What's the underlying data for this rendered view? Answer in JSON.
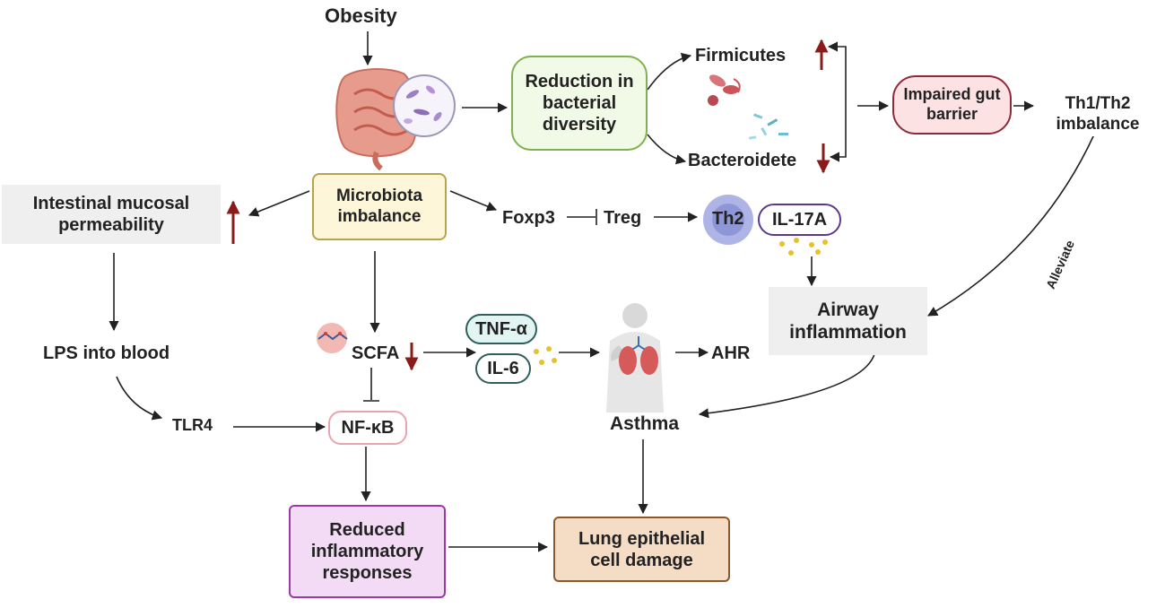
{
  "nodes": {
    "obesity": "Obesity",
    "reduction": "Reduction in bacterial diversity",
    "firmicutes": "Firmicutes",
    "bacteroidete": "Bacteroidete",
    "impaired": "Impaired gut barrier",
    "th1th2": "Th1/Th2 imbalance",
    "intestinal": "Intestinal mucosal permeability",
    "microbiota": "Microbiota imbalance",
    "foxp3": "Foxp3",
    "treg": "Treg",
    "th2": "Th2",
    "il17a": "IL-17A",
    "alleviate": "Alleviate",
    "airway": "Airway inflammation",
    "lps": "LPS into blood",
    "scfa": "SCFA",
    "tnf": "TNF-α",
    "il6": "IL-6",
    "ahr": "AHR",
    "tlr4": "TLR4",
    "nfkb": "NF-κB",
    "asthma": "Asthma",
    "reduced": "Reduced inflammatory responses",
    "lung": "Lung epithelial cell damage"
  },
  "colors": {
    "arrow": "#222222",
    "up_down_arrow": "#8b1a1a",
    "th2_circle": "#8f96d6",
    "cytokine_dots": "#e8c12a"
  },
  "icons": [
    "intestine-icon",
    "bacteria-magnifier-icon",
    "firmicutes-bacteria-icon",
    "bacteroidete-bacteria-icon",
    "scfa-molecule-icon",
    "human-lungs-icon"
  ]
}
